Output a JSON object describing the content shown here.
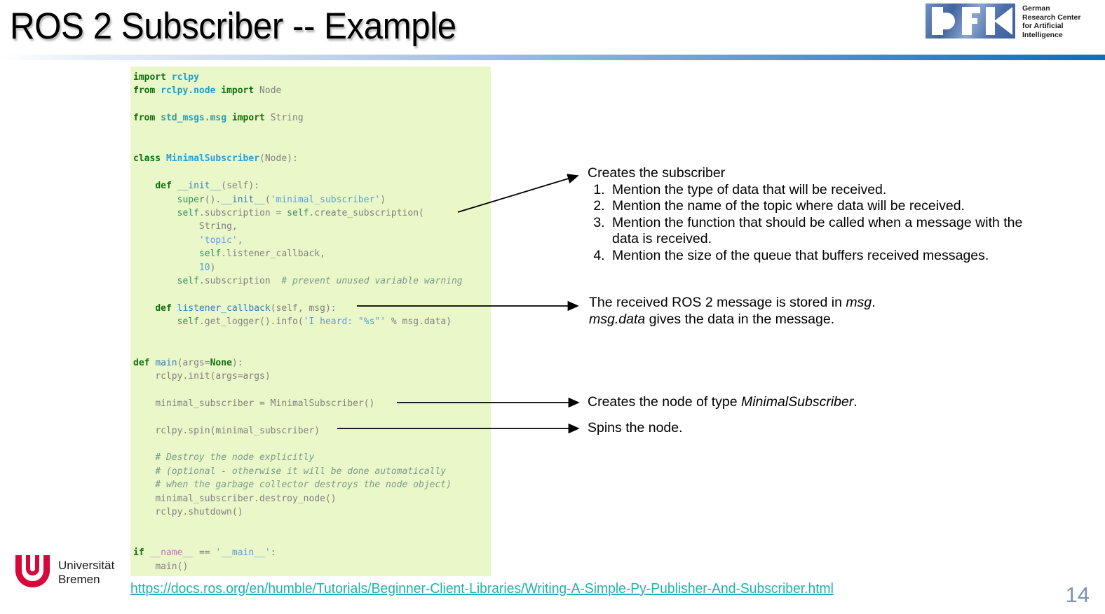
{
  "slide": {
    "title": "ROS 2 Subscriber -- Example",
    "page_number": "14",
    "source_link": "https://docs.ros.org/en/humble/Tutorials/Beginner-Client-Libraries/Writing-A-Simple-Py-Publisher-And-Subscriber.html",
    "accent_color": "#0b6fbd",
    "code_bg_color": "#eaf7c8",
    "link_color": "#20b2aa",
    "page_number_color": "#7f93ab"
  },
  "logos": {
    "dfki": {
      "mark_text": "DFK",
      "caption": "German\nResearch Center\nfor Artificial\nIntelligence",
      "brand_color": "#42639f"
    },
    "uni_bremen": {
      "caption": "Universität\nBremen",
      "brand_color": "#d6083b"
    }
  },
  "code": {
    "language": "python",
    "lines": [
      "import rclpy",
      "from rclpy.node import Node",
      "",
      "from std_msgs.msg import String",
      "",
      "",
      "class MinimalSubscriber(Node):",
      "",
      "    def __init__(self):",
      "        super().__init__('minimal_subscriber')",
      "        self.subscription = self.create_subscription(",
      "            String,",
      "            'topic',",
      "            self.listener_callback,",
      "            10)",
      "        self.subscription  # prevent unused variable warning",
      "",
      "    def listener_callback(self, msg):",
      "        self.get_logger().info('I heard: \"%s\"' % msg.data)",
      "",
      "",
      "def main(args=None):",
      "    rclpy.init(args=args)",
      "",
      "    minimal_subscriber = MinimalSubscriber()",
      "",
      "    rclpy.spin(minimal_subscriber)",
      "",
      "    # Destroy the node explicitly",
      "    # (optional - otherwise it will be done automatically",
      "    # when the garbage collector destroys the node object)",
      "    minimal_subscriber.destroy_node()",
      "    rclpy.shutdown()",
      "",
      "",
      "if __name__ == '__main__':",
      "    main()"
    ]
  },
  "annotations": {
    "subscriber": {
      "heading": "Creates the subscriber",
      "items": [
        "Mention the type of data that will be received.",
        "Mention the name of the topic where data will be received.",
        "Mention the function that should  be called when a message with the data is received.",
        "Mention the size of the queue that buffers received messages."
      ]
    },
    "message": {
      "line1_before": "The received ROS 2 message is stored in ",
      "line1_italic": "msg",
      "line1_after": ".",
      "line2_italic": "msg.data",
      "line2_after": " gives the data in the message."
    },
    "node": {
      "before": "Creates the node of type ",
      "italic": "MinimalSubscriber",
      "after": "."
    },
    "spin": {
      "text": "Spins the node."
    }
  }
}
